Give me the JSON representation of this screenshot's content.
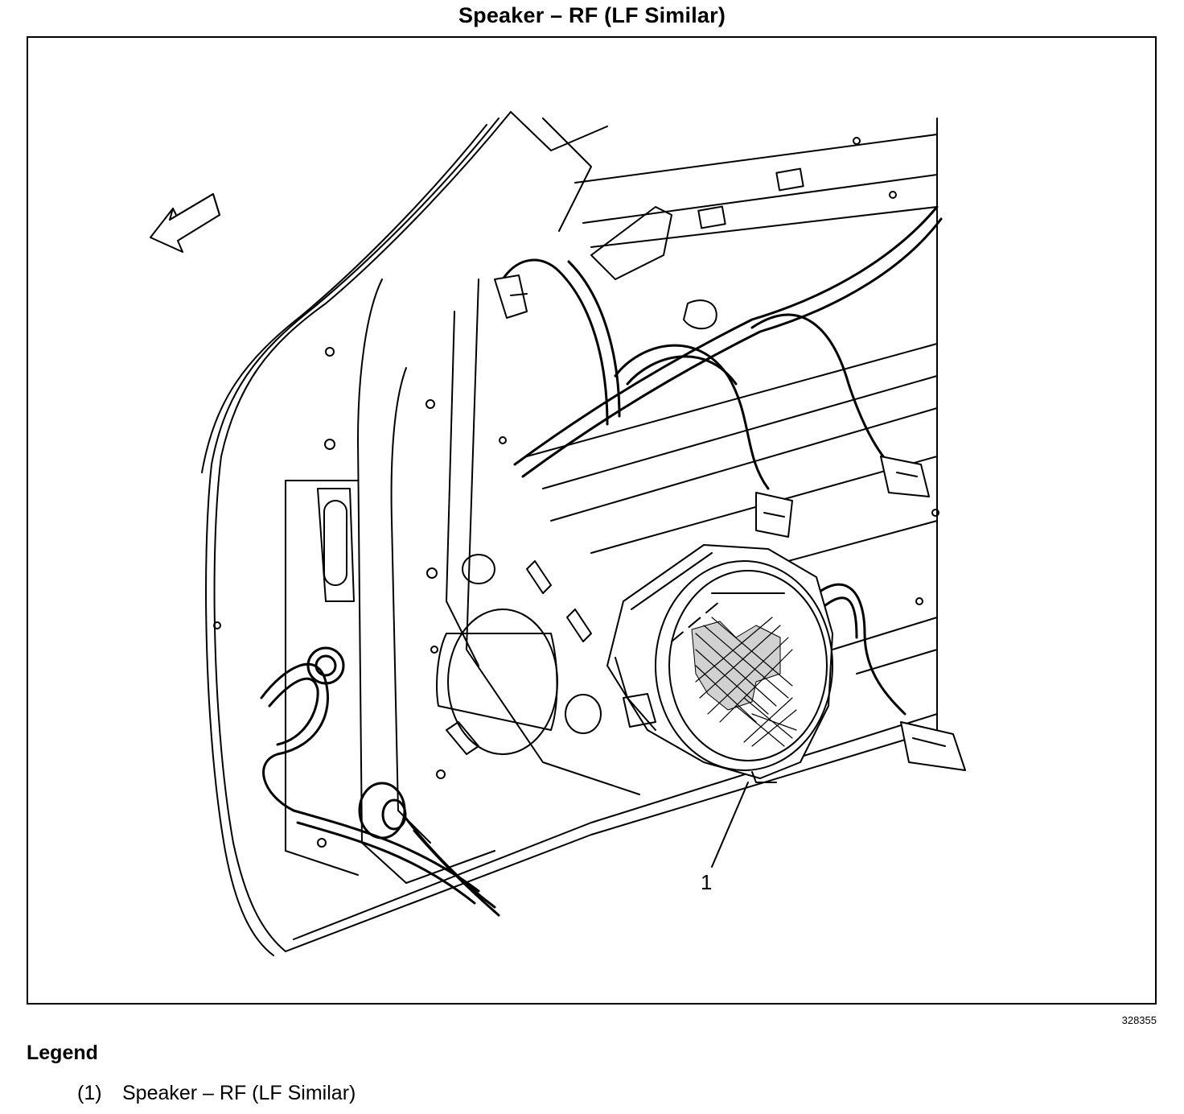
{
  "title": "Speaker – RF (LF Similar)",
  "figure_id": "328355",
  "callout_label": "1",
  "legend": {
    "heading": "Legend",
    "items": [
      {
        "number": "(1)",
        "label": "Speaker – RF (LF Similar)"
      }
    ]
  },
  "icons": {
    "direction_arrow": "arrow-forward-icon"
  }
}
